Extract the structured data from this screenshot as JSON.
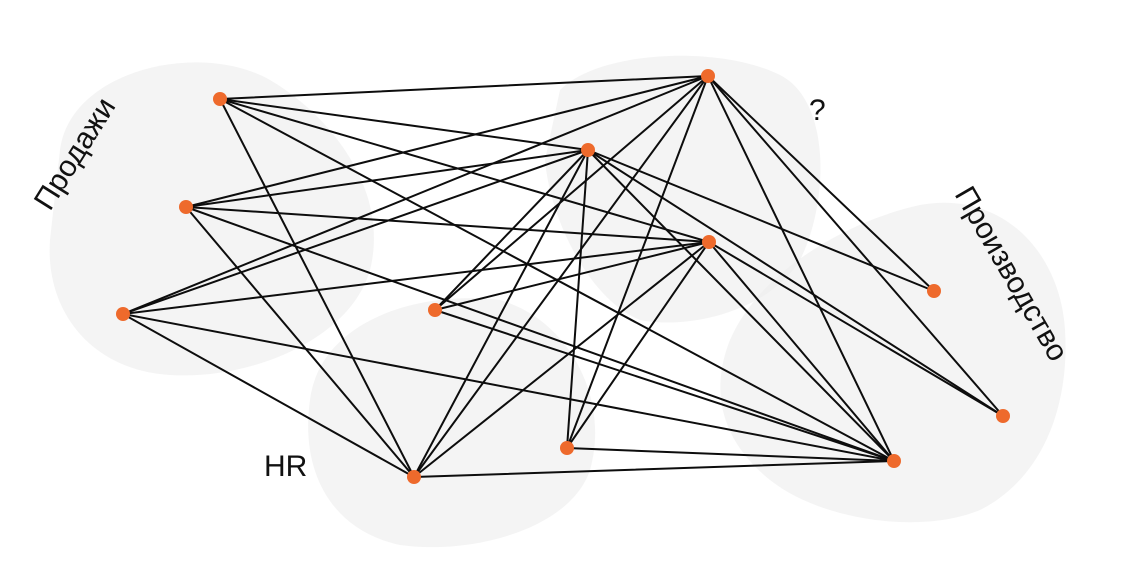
{
  "diagram": {
    "groups": [
      {
        "id": "sales",
        "label": "Продажи"
      },
      {
        "id": "unknown",
        "label": "?"
      },
      {
        "id": "production",
        "label": "Производство"
      },
      {
        "id": "hr",
        "label": "HR"
      }
    ],
    "colors": {
      "node": "#ee6a2c",
      "edge": "#0d0d0d",
      "group_background": "#ececec",
      "label": "#111111"
    }
  }
}
